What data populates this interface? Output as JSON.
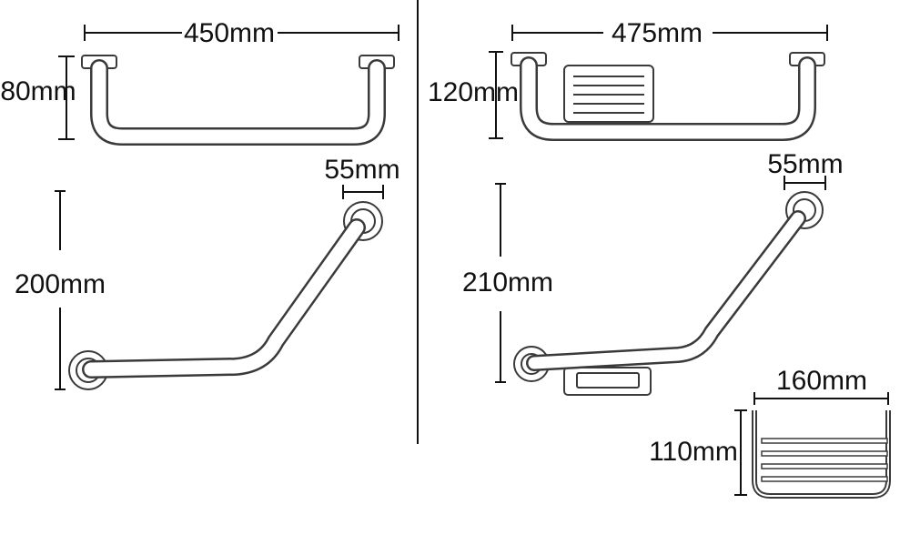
{
  "colors": {
    "line": "#111111",
    "bar_stroke": "#3a3a3a",
    "background": "#ffffff"
  },
  "left_panel": {
    "top_bar": {
      "width_label": "450mm",
      "height_label": "80mm"
    },
    "angled_bar": {
      "flange_label": "55mm",
      "height_label": "200mm"
    }
  },
  "right_panel": {
    "top_bar": {
      "width_label": "475mm",
      "height_label": "120mm"
    },
    "angled_bar": {
      "flange_label": "55mm",
      "height_label": "210mm"
    },
    "basket": {
      "width_label": "160mm",
      "height_label": "110mm"
    }
  }
}
